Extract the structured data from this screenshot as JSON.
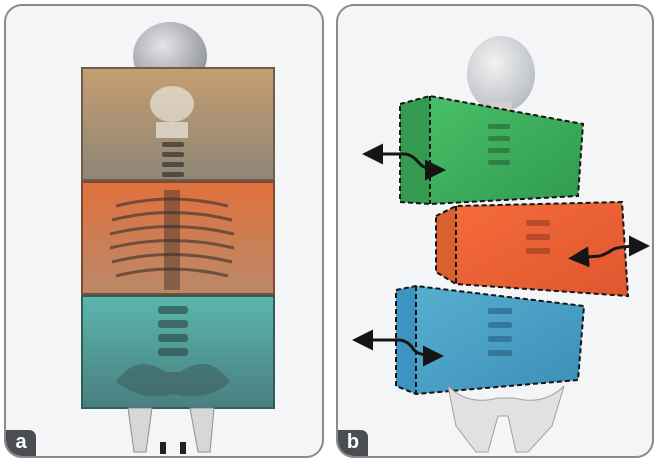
{
  "panels": [
    {
      "id": "a",
      "label": "a",
      "blocks": [
        "#b19a7a",
        "#d9744a",
        "#4fa7a0"
      ],
      "motion": "aligned"
    },
    {
      "id": "b",
      "label": "b",
      "blocks": [
        "#3fb25f",
        "#f0643a",
        "#49a6c8"
      ],
      "motion": "laterally-displaced"
    }
  ],
  "colors": {
    "bone": "#d8d8d6",
    "skull": "#c4c6c9",
    "arrow": "#151515"
  }
}
